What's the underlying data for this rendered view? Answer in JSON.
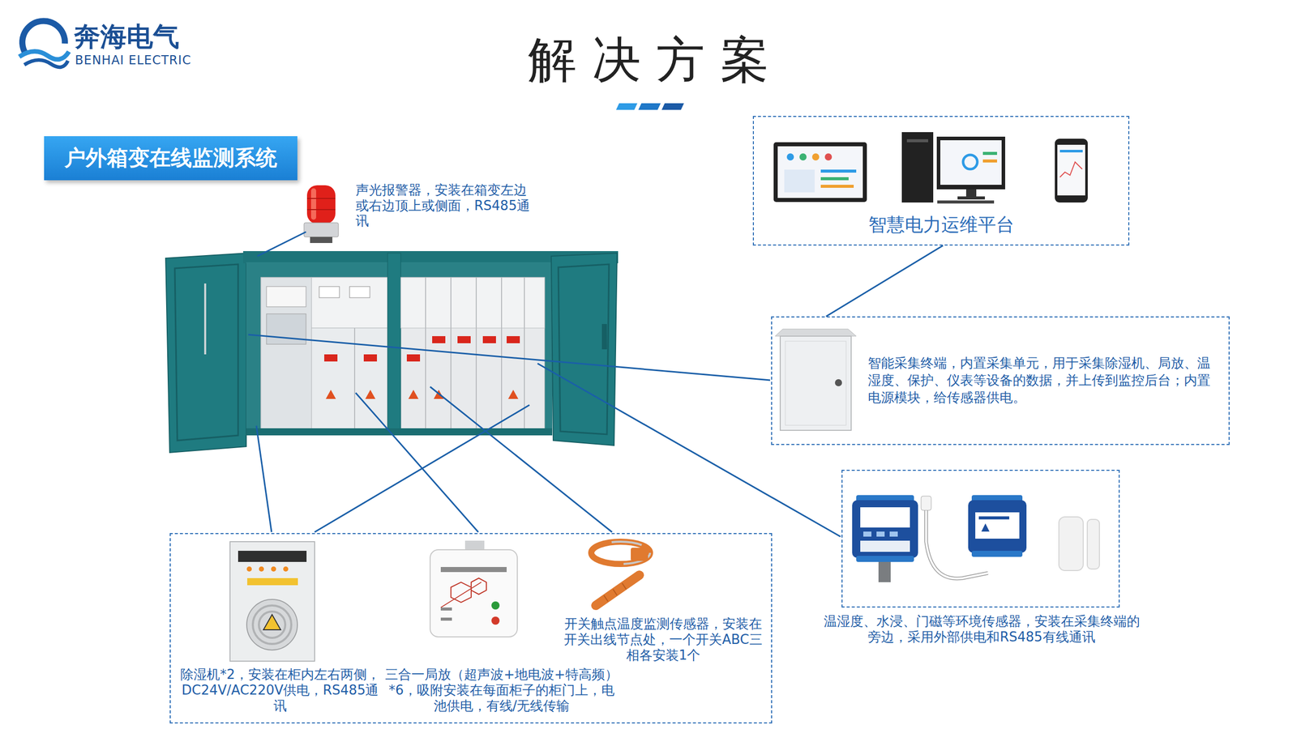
{
  "diagram": {
    "title": "解 决 方 案",
    "nodes": [
      {
        "text": [
          "户外箱变在线监测系统"
        ]
      },
      {
        "text": [
          "智慧电力运维平台"
        ]
      },
      {
        "text": [
          "智能采集终端，内置采集单元，用于采集除湿机、局放、温湿度、保护、仪表等设备的数据，并上传到监控后台；内置电源模块，给传感器供电。"
        ]
      },
      {
        "text": [
          "温湿度、水浸、门磁等环境传感器，安装在采集终端的旁边，采用外部供电和RS485有线通讯"
        ]
      },
      {
        "text": []
      },
      {
        "text": [
          "除湿机*2，安装在柜内左右两侧，DC24V/AC220V供电，RS485通讯"
        ],
        "in": 4
      },
      {
        "text": [
          "三合一局放（超声波+地电波+特高频）*6，吸附安装在每面柜子的柜门上，电池供电，有线/无线传输"
        ],
        "in": 4
      },
      {
        "text": [
          "开关触点温度监测传感器，安装在开关出线节点处，一个开关ABC三相各安装1个"
        ],
        "in": 4
      }
    ],
    "edges": [
      {
        "from": 1,
        "to": 2,
        "arrow": "none"
      }
    ],
    "labels": [
      "奔海电气",
      "BENHAI ELECTRIC",
      "声光报警器，安装在箱变左边或右边顶上或侧面，RS485通讯"
    ]
  }
}
